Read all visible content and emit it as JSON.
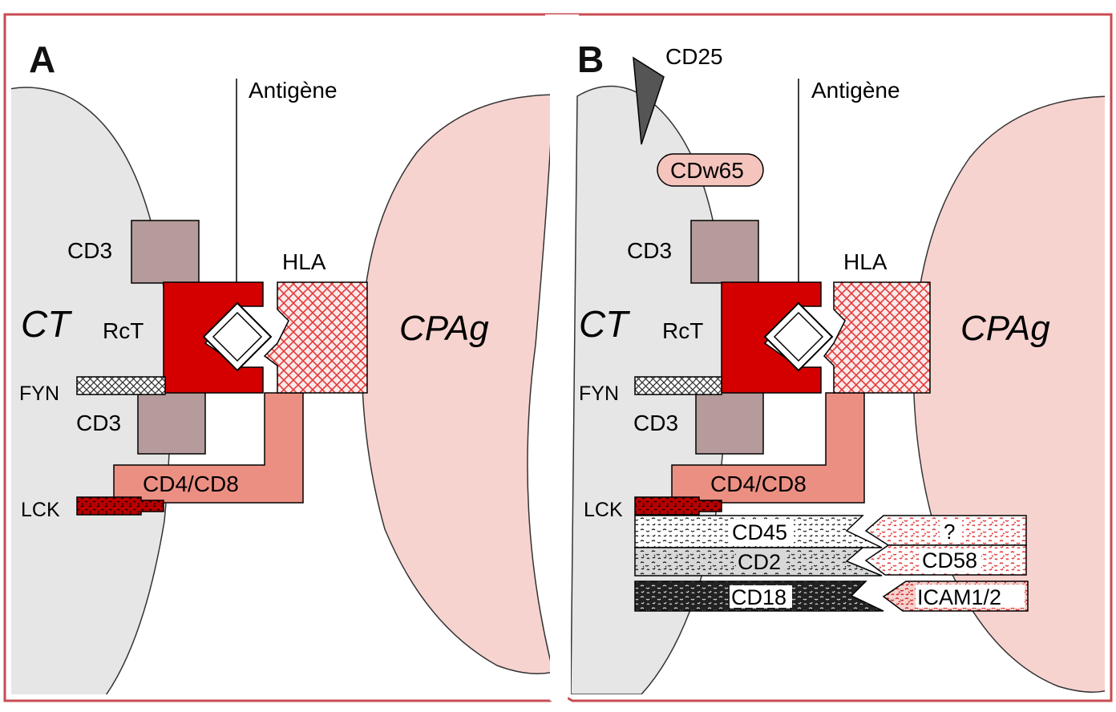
{
  "colors": {
    "frame": "#c94b52",
    "ct_cell": "#e6e6e6",
    "apc_cell": "#f7d3d0",
    "rct": "#d40000",
    "cd3": "#b59b9b",
    "cd4cd8": "#ec8f83",
    "hla_hatch": "#e23a3a",
    "lck": "#b80000",
    "cd25": "#555555",
    "cdw65": "#f4c4bd"
  },
  "panel_a": {
    "letter": "A",
    "antigen": "Antigène",
    "hla": "HLA",
    "cd3_top": "CD3",
    "cd3_bottom": "CD3",
    "rct": "RcT",
    "ct": "CT",
    "cpag": "CPAg",
    "fyn": "FYN",
    "lck": "LCK",
    "cd4cd8": "CD4/CD8"
  },
  "panel_b": {
    "letter": "B",
    "cd25": "CD25",
    "cdw65": "CDw65",
    "antigen": "Antigène",
    "hla": "HLA",
    "cd3_top": "CD3",
    "cd3_bottom": "CD3",
    "rct": "RcT",
    "ct": "CT",
    "cpag": "CPAg",
    "fyn": "FYN",
    "lck": "LCK",
    "cd4cd8": "CD4/CD8",
    "cd45": "CD45",
    "cd2": "CD2",
    "cd18": "CD18",
    "unknown": "?",
    "cd58": "CD58",
    "icam": "ICAM1/2"
  }
}
